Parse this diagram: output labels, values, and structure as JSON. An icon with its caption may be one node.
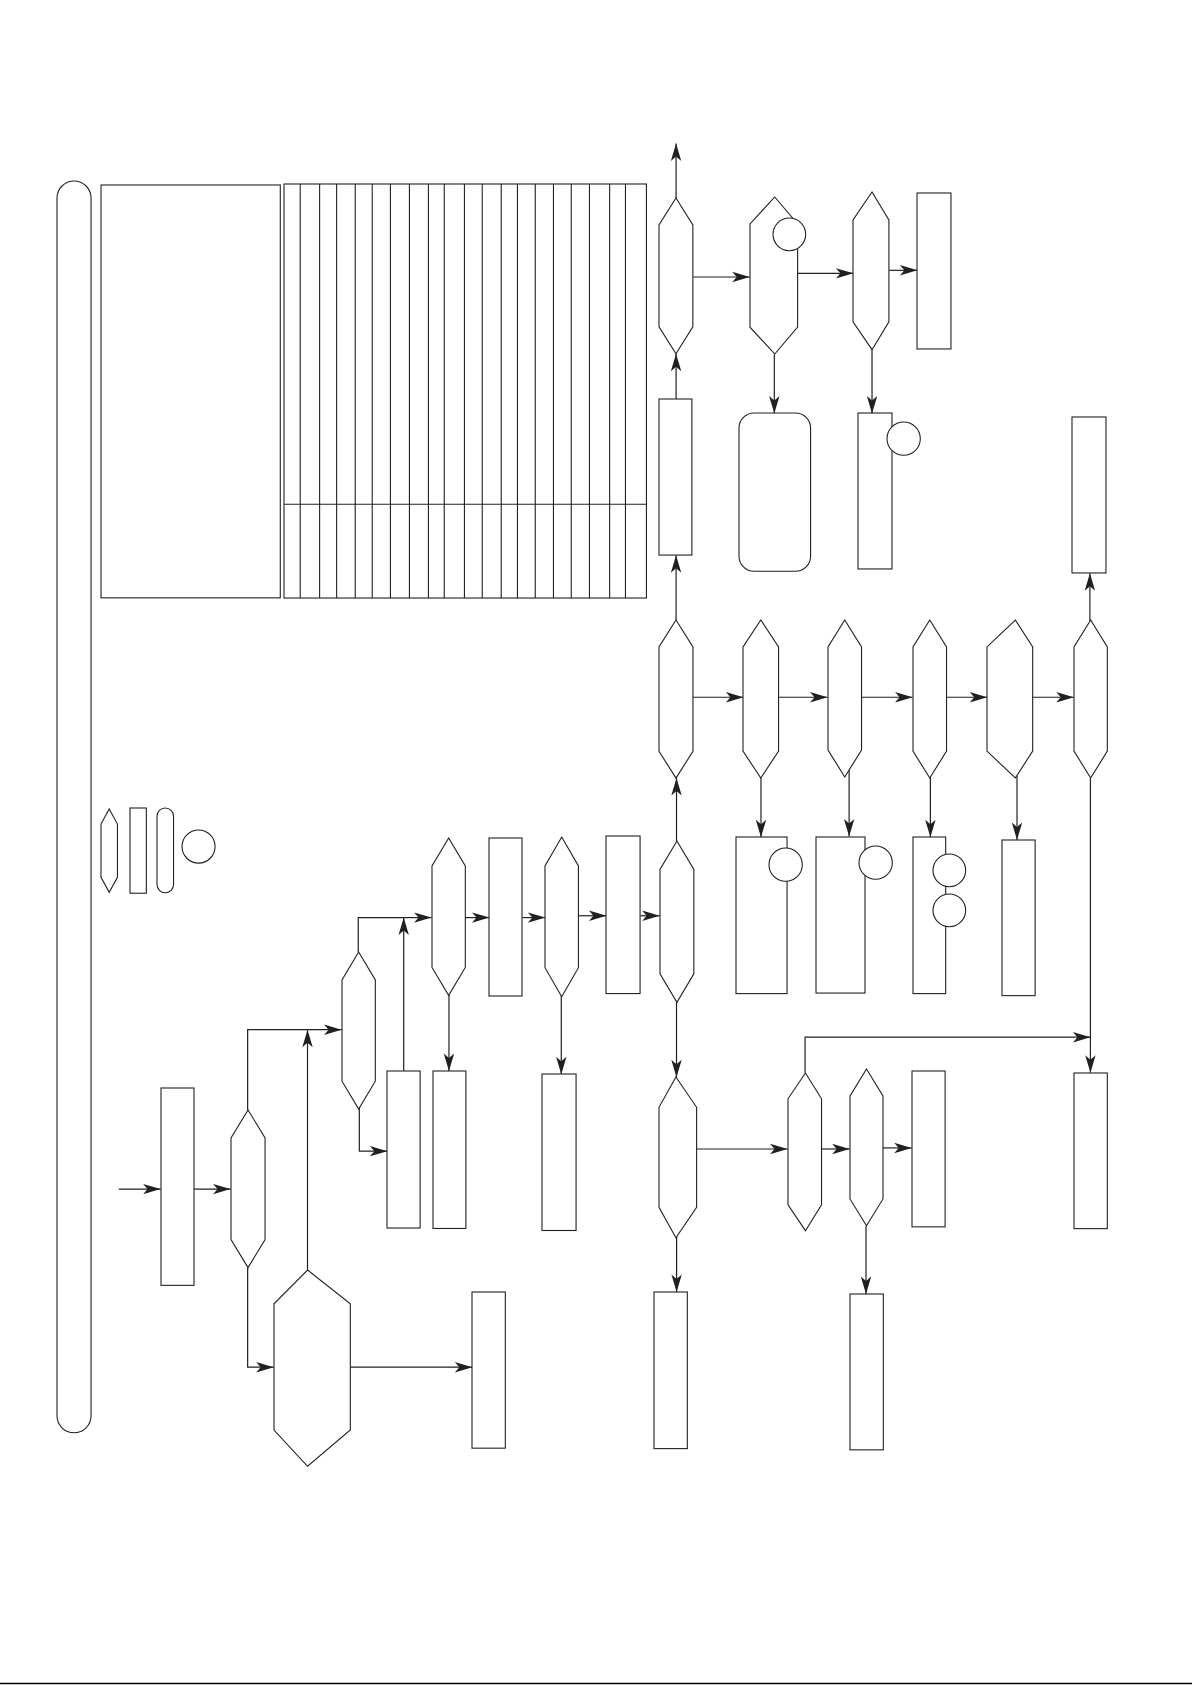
{
  "diagram": {
    "nodes": [
      {
        "text": [],
        "shape": "capsule"
      },
      {
        "text": [],
        "shape": "box"
      },
      {
        "text": [],
        "shape": "table"
      },
      {
        "text": [],
        "shape": "hexagon"
      },
      {
        "text": [],
        "shape": "box"
      },
      {
        "text": [],
        "shape": "capsule"
      },
      {
        "text": [],
        "shape": "circle"
      },
      {
        "text": [],
        "shape": "box"
      },
      {
        "text": [],
        "shape": "hexagon"
      },
      {
        "text": [],
        "shape": "hexagon"
      },
      {
        "text": [],
        "shape": "hexagon"
      },
      {
        "text": [],
        "shape": "box"
      },
      {
        "text": [],
        "shape": "box"
      },
      {
        "text": [],
        "shape": "hexagon"
      },
      {
        "text": [],
        "shape": "box"
      },
      {
        "text": [],
        "shape": "box"
      },
      {
        "text": [],
        "shape": "hexagon"
      },
      {
        "text": [],
        "shape": "box"
      },
      {
        "text": [],
        "shape": "box"
      },
      {
        "text": [],
        "shape": "hexagon"
      },
      {
        "text": [],
        "shape": "hexagon"
      },
      {
        "text": [],
        "shape": "box"
      },
      {
        "text": [],
        "shape": "hexagon"
      },
      {
        "text": [],
        "shape": "hexagon"
      },
      {
        "text": [],
        "shape": "box"
      },
      {
        "text": [],
        "shape": "box"
      },
      {
        "text": [],
        "shape": "hexagon"
      },
      {
        "text": [],
        "shape": "hexagon"
      },
      {
        "text": [],
        "shape": "box"
      },
      {
        "text": [],
        "shape": "circle"
      },
      {
        "text": [],
        "shape": "hexagon"
      },
      {
        "text": [],
        "shape": "box"
      },
      {
        "text": [],
        "shape": "circle"
      },
      {
        "text": [],
        "shape": "hexagon"
      },
      {
        "text": [],
        "shape": "box"
      },
      {
        "text": [],
        "shape": "circle"
      },
      {
        "text": [],
        "shape": "circle"
      },
      {
        "text": [],
        "shape": "hexagon"
      },
      {
        "text": [],
        "shape": "box"
      },
      {
        "text": [],
        "shape": "hexagon"
      },
      {
        "text": [],
        "shape": "box"
      },
      {
        "text": [],
        "shape": "box"
      },
      {
        "text": [],
        "shape": "box"
      },
      {
        "text": [],
        "shape": "hexagon"
      },
      {
        "text": [],
        "shape": "hexagon"
      },
      {
        "text": [],
        "shape": "circle"
      },
      {
        "text": [],
        "shape": "rounded"
      },
      {
        "text": [],
        "shape": "hexagon"
      },
      {
        "text": [],
        "shape": "box"
      },
      {
        "text": [],
        "shape": "circle"
      },
      {
        "text": [],
        "shape": "box"
      }
    ],
    "edges": [
      {
        "from": null,
        "to": 7,
        "arrow": "to"
      },
      {
        "from": 7,
        "to": 8,
        "arrow": "to"
      },
      {
        "from": 8,
        "to": 10,
        "arrow": "to"
      },
      {
        "from": 9,
        "to": 10,
        "arrow": "to"
      },
      {
        "from": 8,
        "to": 9,
        "arrow": "to"
      },
      {
        "from": 9,
        "to": 11,
        "arrow": "to"
      },
      {
        "from": 10,
        "to": 13,
        "arrow": "to"
      },
      {
        "from": 12,
        "to": 13,
        "arrow": "to"
      },
      {
        "from": 10,
        "to": 12,
        "arrow": "to"
      },
      {
        "from": 13,
        "to": 14,
        "arrow": "to"
      },
      {
        "from": 13,
        "to": 15,
        "arrow": "to"
      },
      {
        "from": 15,
        "to": 16,
        "arrow": "to"
      },
      {
        "from": 16,
        "to": 17,
        "arrow": "to"
      },
      {
        "from": 16,
        "to": 18,
        "arrow": "to"
      },
      {
        "from": 18,
        "to": 19,
        "arrow": "to"
      },
      {
        "from": 19,
        "to": 26,
        "arrow": "to"
      },
      {
        "from": 19,
        "to": 20,
        "arrow": "to"
      },
      {
        "from": 20,
        "to": 21,
        "arrow": "to"
      },
      {
        "from": 20,
        "to": 22,
        "arrow": "to"
      },
      {
        "from": 22,
        "to": 23,
        "arrow": "to"
      },
      {
        "from": 23,
        "to": 24,
        "arrow": "to"
      },
      {
        "from": 23,
        "to": 25,
        "arrow": "to"
      },
      {
        "from": 22,
        "to": 40,
        "arrow": "to"
      },
      {
        "from": 26,
        "to": 42,
        "arrow": "to"
      },
      {
        "from": 26,
        "to": 27,
        "arrow": "to"
      },
      {
        "from": 27,
        "to": 28,
        "arrow": "to"
      },
      {
        "from": 27,
        "to": 30,
        "arrow": "to"
      },
      {
        "from": 30,
        "to": 31,
        "arrow": "to"
      },
      {
        "from": 30,
        "to": 33,
        "arrow": "to"
      },
      {
        "from": 33,
        "to": 34,
        "arrow": "to"
      },
      {
        "from": 33,
        "to": 37,
        "arrow": "to"
      },
      {
        "from": 37,
        "to": 38,
        "arrow": "to"
      },
      {
        "from": 37,
        "to": 39,
        "arrow": "to"
      },
      {
        "from": 39,
        "to": 40,
        "arrow": "to"
      },
      {
        "from": 39,
        "to": 41,
        "arrow": "to"
      },
      {
        "from": 42,
        "to": 43,
        "arrow": "to"
      },
      {
        "from": 43,
        "to": null,
        "arrow": "to"
      },
      {
        "from": 43,
        "to": 44,
        "arrow": "to"
      },
      {
        "from": 44,
        "to": 46,
        "arrow": "to"
      },
      {
        "from": 44,
        "to": 47,
        "arrow": "to"
      },
      {
        "from": 47,
        "to": 48,
        "arrow": "to"
      },
      {
        "from": 47,
        "to": 50,
        "arrow": "to"
      }
    ]
  }
}
